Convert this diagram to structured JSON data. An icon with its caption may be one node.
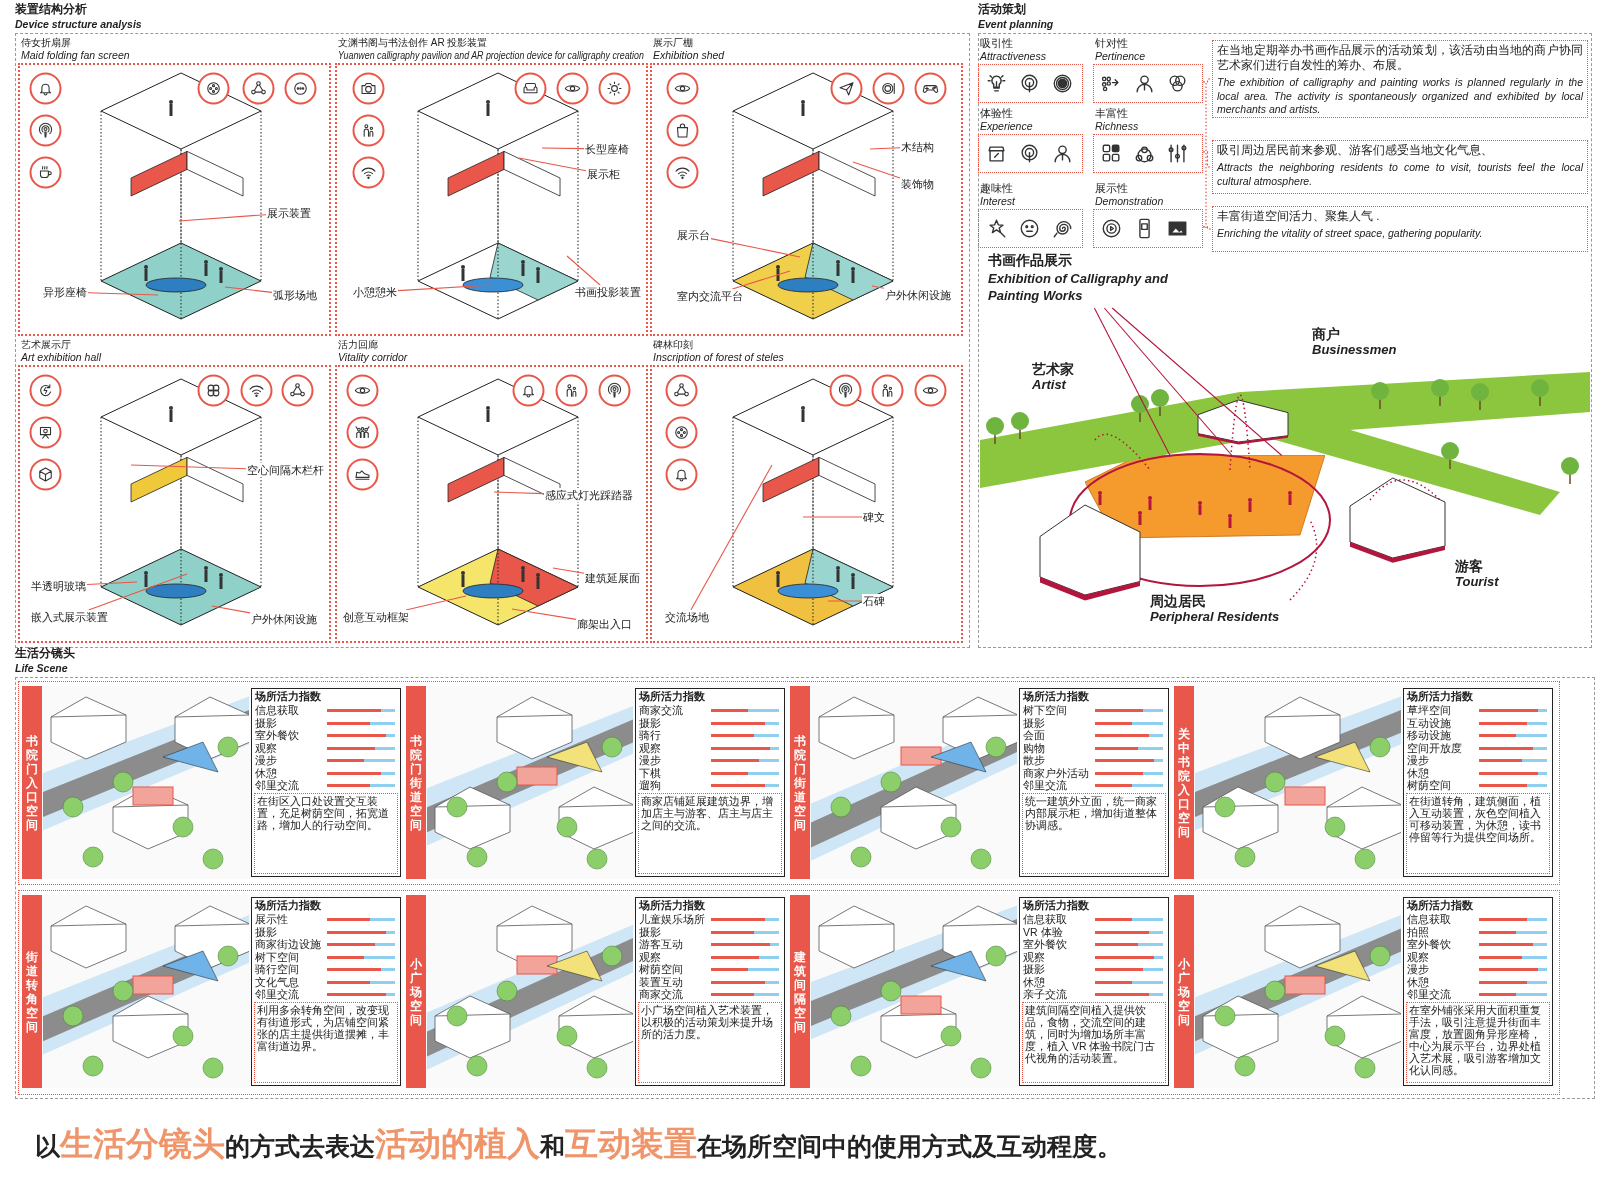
{
  "diagram": {
    "caption": "以**生活分镜头**的方式去表达**活动的植入**和**互动装置**在场所空间中的使用方式及互动程度。",
    "nodes": [
      {
        "text": [
          "装置结构分析",
          "Device structure analysis"
        ]
      },
      {
        "text": [
          "侍女折扇屏",
          "Maid folding fan screen"
        ],
        "in": 0
      },
      {
        "text": [
          "文渊书阁与书法创作 AR 投影装置",
          "Yuanwen calligraphy pavilion and AR projection device for calligraphy creation"
        ],
        "in": 0
      },
      {
        "text": [
          "展示厂棚",
          "Exhibition shed"
        ],
        "in": 0
      },
      {
        "text": [
          "艺术展示厅",
          "Art exhibition hall"
        ],
        "in": 0
      },
      {
        "text": [
          "活力回廊",
          "Vitality corridor"
        ],
        "in": 0
      },
      {
        "text": [
          "碑林印刻",
          "Inscription of forest of steles"
        ],
        "in": 0
      },
      {
        "text": [
          "展示装置"
        ],
        "in": 1
      },
      {
        "text": [
          "异形座椅"
        ],
        "in": 1
      },
      {
        "text": [
          "弧形场地"
        ],
        "in": 1
      },
      {
        "text": [
          "长型座椅"
        ],
        "in": 2
      },
      {
        "text": [
          "展示柜"
        ],
        "in": 2
      },
      {
        "text": [
          "小憩憩米"
        ],
        "in": 2
      },
      {
        "text": [
          "书画投影装置"
        ],
        "in": 2
      },
      {
        "text": [
          "木结构"
        ],
        "in": 3
      },
      {
        "text": [
          "装饰物"
        ],
        "in": 3
      },
      {
        "text": [
          "展示台"
        ],
        "in": 3
      },
      {
        "text": [
          "室内交流平台"
        ],
        "in": 3
      },
      {
        "text": [
          "户外休闲设施"
        ],
        "in": 3
      },
      {
        "text": [
          "空心间隔木栏杆"
        ],
        "in": 4
      },
      {
        "text": [
          "半透明玻璃"
        ],
        "in": 4
      },
      {
        "text": [
          "嵌入式展示装置"
        ],
        "in": 4
      },
      {
        "text": [
          "户外休闲设施"
        ],
        "in": 4
      },
      {
        "text": [
          "感应式灯光踩踏器"
        ],
        "in": 5
      },
      {
        "text": [
          "建筑延展面"
        ],
        "in": 5
      },
      {
        "text": [
          "创意互动框架"
        ],
        "in": 5
      },
      {
        "text": [
          "廊架出入口"
        ],
        "in": 5
      },
      {
        "text": [
          "碑文"
        ],
        "in": 6
      },
      {
        "text": [
          "石碑"
        ],
        "in": 6
      },
      {
        "text": [
          "交流场地"
        ],
        "in": 6
      },
      {
        "text": [
          "活动策划",
          "Event planning"
        ]
      },
      {
        "text": [
          "吸引性",
          "Attractiveness"
        ],
        "in": 30
      },
      {
        "text": [
          "针对性",
          "Pertinence"
        ],
        "in": 30
      },
      {
        "text": [
          "体验性",
          "Experience"
        ],
        "in": 30
      },
      {
        "text": [
          "丰富性",
          "Richness"
        ],
        "in": 30
      },
      {
        "text": [
          "趣味性",
          "Interest"
        ],
        "in": 30
      },
      {
        "text": [
          "展示性",
          "Demonstration"
        ],
        "in": 30
      },
      {
        "text": [
          "在当地定期举办书画作品展示的活动策划，该活动由当地的商户协同艺术家们进行自发性的筹办、布展。",
          "The exhibition of calligraphy and painting works is planned regularly in the local area. The activity is spontaneously organized and exhibited by local merchants and artists."
        ],
        "in": 30
      },
      {
        "text": [
          "吸引周边居民前来参观、游客们感受当地文化气息、",
          "Attracts the neighboring residents to come to visit, tourists feel the local cultural atmosphere."
        ],
        "in": 30
      },
      {
        "text": [
          "丰富街道空间活力、聚集人气 .",
          "Enriching the vitality of street space, gathering popularity."
        ],
        "in": 30
      },
      {
        "text": [
          "书画作品展示",
          "Exhibition of Calligraphy and Painting Works"
        ],
        "in": 30
      },
      {
        "text": [
          "生活分镜头",
          "Life Scene"
        ]
      },
      {
        "text": [
          "书院门入口空间"
        ],
        "in": 41
      },
      {
        "text": [
          "书院门街道空间"
        ],
        "in": 41
      },
      {
        "text": [
          "书院门街道空间"
        ],
        "in": 41
      },
      {
        "text": [
          "关中书院入口空间"
        ],
        "in": 41
      },
      {
        "text": [
          "街道转角空间"
        ],
        "in": 41
      },
      {
        "text": [
          "小广场空间"
        ],
        "in": 41
      },
      {
        "text": [
          "建筑间隔空间"
        ],
        "in": 41
      },
      {
        "text": [
          "小广场空间"
        ],
        "in": 41
      },
      {
        "text": [
          "场所活力指数",
          "信息获取",
          "摄影",
          "室外餐饮",
          "观察",
          "漫步",
          "休憩",
          "邻里交流",
          "在街区入口处设置交互装置，充足树荫空间，拓宽道路，增加人的行动空间。"
        ],
        "in": 42
      },
      {
        "text": [
          "场所活力指数",
          "商家交流",
          "摄影",
          "骑行",
          "观察",
          "漫步",
          "下棋",
          "遛狗",
          "商家店铺延展建筑边界，增加店主与游客、店主与店主之间的交流。"
        ],
        "in": 43
      },
      {
        "text": [
          "场所活力指数",
          "树下空间",
          "摄影",
          "会面",
          "购物",
          "散步",
          "商家户外活动",
          "邻里交流",
          "统一建筑外立面，统一商家内部展示柜，增加街道整体协调感。"
        ],
        "in": 44
      },
      {
        "text": [
          "场所活力指数",
          "草坪空间",
          "互动设施",
          "移动设施",
          "空间开放度",
          "漫步",
          "休憩",
          "树荫空间",
          "在街道转角，建筑侧面，植入互动装置，灰色空间植入可移动装置，为休憩，读书停留等行为提供空间场所。"
        ],
        "in": 45
      },
      {
        "text": [
          "场所活力指数",
          "展示性",
          "摄影",
          "商家街边设施",
          "树下空间",
          "骑行空间",
          "文化气息",
          "邻里交流",
          "利用多余转角空间，改变现有街道形式，为店铺空间紧张的店主提供街道摆摊，丰富街道边界。"
        ],
        "in": 46
      },
      {
        "text": [
          "场所活力指数",
          "儿童娱乐场所",
          "摄影",
          "游客互动",
          "观察",
          "树荫空间",
          "装置互动",
          "商家交流",
          "小广场空间植入艺术装置，以积极的活动策划来提升场所的活力度。"
        ],
        "in": 47
      },
      {
        "text": [
          "场所活力指数",
          "信息获取",
          "VR 体验",
          "室外餐饮",
          "观察",
          "摄影",
          "休憩",
          "亲子交流",
          "建筑间隔空间植入提供饮品，食物，交流空间的建筑，同时为增加场所丰富度，植入 VR 体验书院门古代视角的活动装置。"
        ],
        "in": 48
      },
      {
        "text": [
          "场所活力指数",
          "信息获取",
          "拍照",
          "室外餐饮",
          "观察",
          "漫步",
          "休憩",
          "邻里交流",
          "在室外铺张采用大面积重复手法，吸引注意提升街面丰富度，放置圆角异形座椅，中心为展示平台，边界处植入艺术展，吸引游客增加文化认同感。"
        ],
        "in": 49
      },
      {
        "text": [],
        "shape": "picture",
        "in": 30
      }
    ],
    "edges": [
      {
        "from": 7,
        "to": null,
        "arrow": "none"
      },
      {
        "from": 8,
        "to": null,
        "arrow": "none"
      },
      {
        "from": 9,
        "to": null,
        "arrow": "none"
      },
      {
        "from": 10,
        "to": null,
        "arrow": "none"
      },
      {
        "from": 11,
        "to": null,
        "arrow": "none"
      },
      {
        "from": 12,
        "to": null,
        "arrow": "none"
      },
      {
        "from": 13,
        "to": null,
        "arrow": "none"
      },
      {
        "from": 14,
        "to": null,
        "arrow": "none"
      },
      {
        "from": 15,
        "to": null,
        "arrow": "none"
      },
      {
        "from": 16,
        "to": null,
        "arrow": "none"
      },
      {
        "from": 17,
        "to": null,
        "arrow": "none"
      },
      {
        "from": 18,
        "to": null,
        "arrow": "none"
      },
      {
        "from": 19,
        "to": null,
        "arrow": "none"
      },
      {
        "from": 20,
        "to": null,
        "arrow": "none"
      },
      {
        "from": 21,
        "to": null,
        "arrow": "none"
      },
      {
        "from": 22,
        "to": null,
        "arrow": "none"
      },
      {
        "from": 23,
        "to": null,
        "arrow": "none"
      },
      {
        "from": 24,
        "to": null,
        "arrow": "none"
      },
      {
        "from": 25,
        "to": null,
        "arrow": "none"
      },
      {
        "from": 26,
        "to": null,
        "arrow": "none"
      },
      {
        "from": 27,
        "to": null,
        "arrow": "none"
      },
      {
        "from": 28,
        "to": null,
        "arrow": "none"
      },
      {
        "from": 29,
        "to": null,
        "arrow": "none"
      },
      {
        "from": 40,
        "to": 58,
        "arrow": "none",
        "color": "#b3163c"
      },
      {
        "from": 40,
        "to": 58,
        "arrow": "none",
        "color": "#b3163c"
      },
      {
        "from": 40,
        "to": 58,
        "arrow": "none",
        "color": "#b3163c"
      },
      {
        "from": 32,
        "to": 37,
        "arrow": "none",
        "style": "dashed"
      },
      {
        "from": 34,
        "to": 38,
        "arrow": "none",
        "style": "dashed"
      },
      {
        "from": 36,
        "to": 39,
        "arrow": "none",
        "style": "dashed"
      }
    ],
    "labels": [
      "艺术家",
      "Artist",
      "商户",
      "Businessmen",
      "游客",
      "Tourist",
      "周边居民",
      "Peripheral Residents"
    ]
  }
}
